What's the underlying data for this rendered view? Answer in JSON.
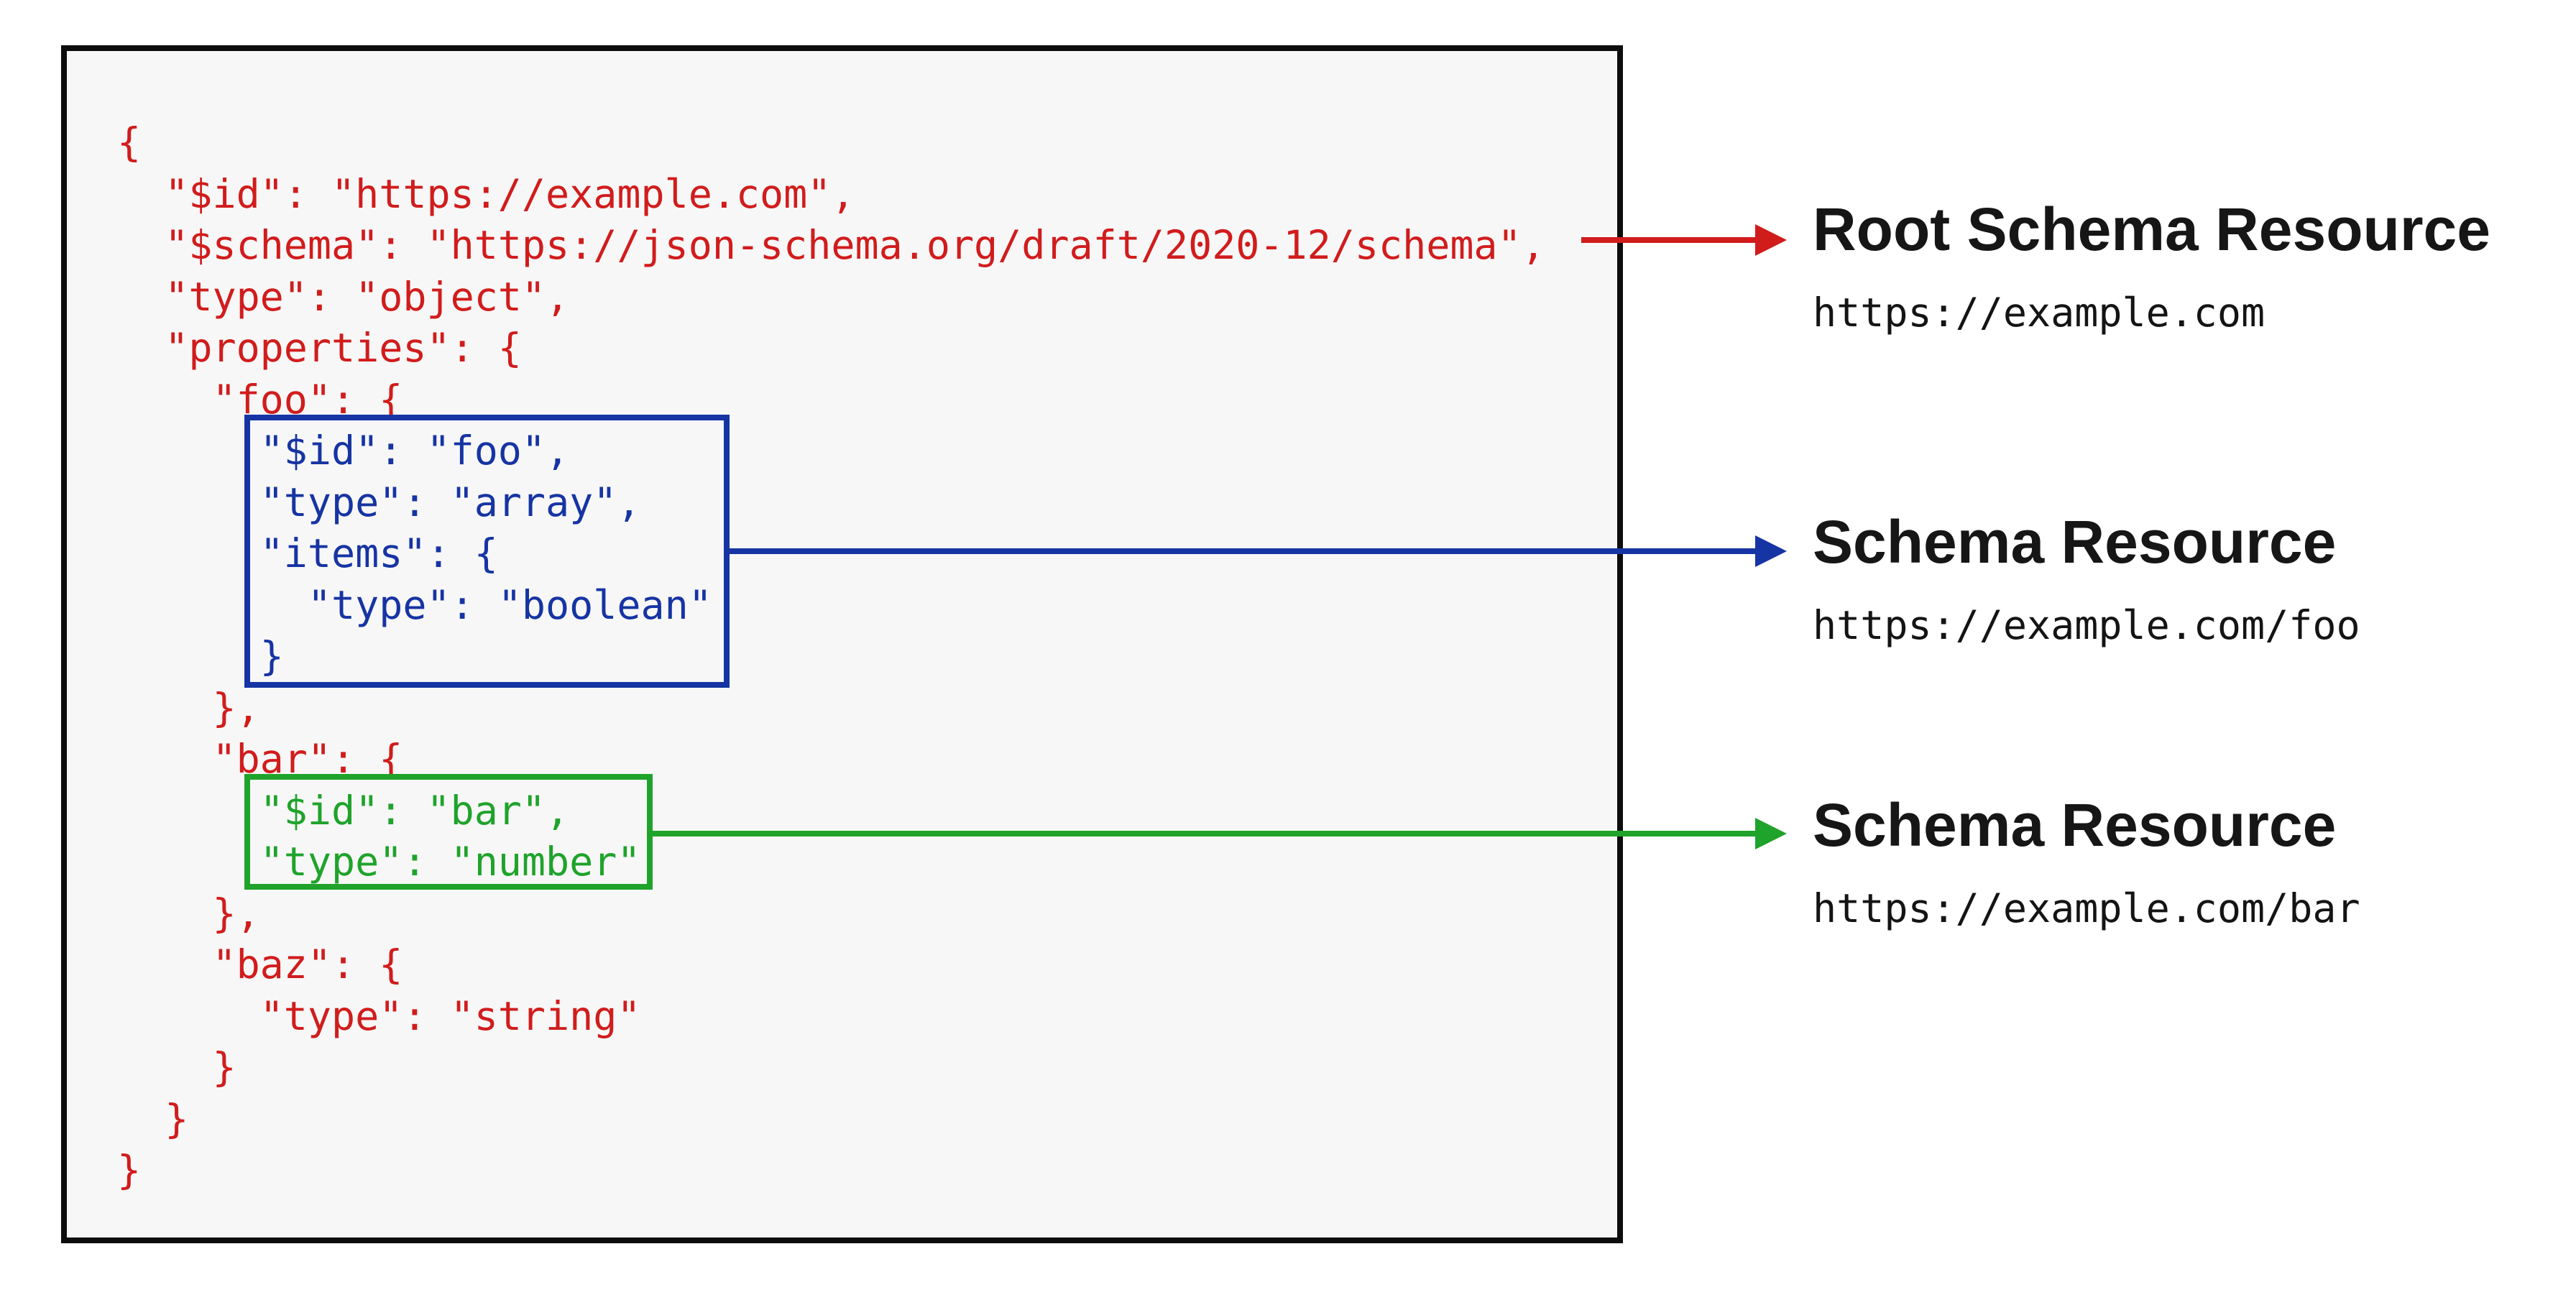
{
  "diagram": {
    "description": "JSON Schema bundling diagram showing a root schema resource with embedded schema resources"
  },
  "colors": {
    "root_accent": "#d11c1c",
    "foo_accent": "#1634a3",
    "bar_accent": "#1fa32b",
    "panel_background": "#f7f7f7",
    "panel_border": "#0d0d0d",
    "label_text": "#161616"
  },
  "code": {
    "lines": [
      "{",
      "  \"$id\": \"https://example.com\",",
      "  \"$schema\": \"https://json-schema.org/draft/2020-12/schema\",",
      "  \"type\": \"object\",",
      "  \"properties\": {",
      "    \"foo\": {",
      "      \"$id\": \"foo\",",
      "      \"type\": \"array\",",
      "      \"items\": {",
      "        \"type\": \"boolean\"",
      "      }",
      "    },",
      "    \"bar\": {",
      "      \"$id\": \"bar\",",
      "      \"type\": \"number\"",
      "    },",
      "    \"baz\": {",
      "      \"type\": \"string\"",
      "    }",
      "  }",
      "}"
    ]
  },
  "annotations": [
    {
      "title": "Root Schema Resource",
      "url": "https://example.com"
    },
    {
      "title": "Schema Resource",
      "url": "https://example.com/foo"
    },
    {
      "title": "Schema Resource",
      "url": "https://example.com/bar"
    }
  ]
}
